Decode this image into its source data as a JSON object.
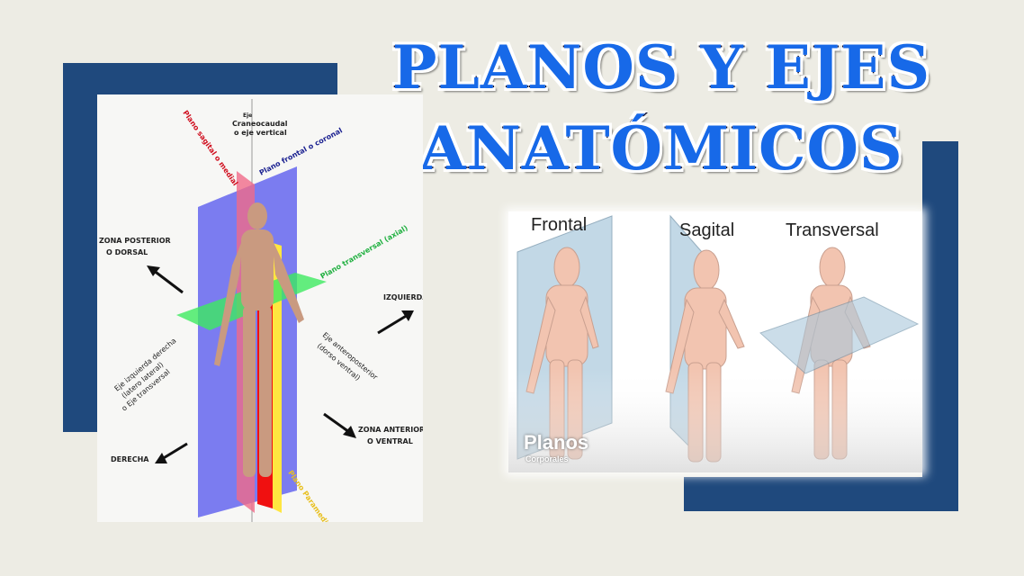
{
  "title": {
    "line1": "PLANOS Y EJES",
    "line2": "ANATÓMICOS"
  },
  "colors": {
    "frame": "#1f497d",
    "title": "#1769e8",
    "background": "#edece4"
  },
  "left_figure": {
    "labels": {
      "axis_top": "Eje",
      "craneocaudal": "Craneocaudal",
      "vertical": "o eje vertical",
      "sagital": "Plano sagital o medial",
      "frontal": "Plano frontal o coronal",
      "transversal": "Plano transversal (axial)",
      "posterior1": "ZONA POSTERIOR",
      "posterior2": "O DORSAL",
      "izquierda": "IZQUIERDA",
      "eje_lat1": "Eje izquierda derecha",
      "eje_lat2": "(latero lateral)",
      "eje_lat3": "o Eje transversal",
      "eje_ap1": "Eje anteroposterior",
      "eje_ap2": "(dorso ventral)",
      "anterior1": "ZONA ANTERIOR",
      "anterior2": "O VENTRAL",
      "derecha": "DERECHA",
      "paramedial": "Plano Paramedial"
    }
  },
  "right_figure": {
    "labels": [
      "Frontal",
      "Sagital",
      "Transversal"
    ],
    "caption": "Planos",
    "subcaption": "Corporales"
  }
}
